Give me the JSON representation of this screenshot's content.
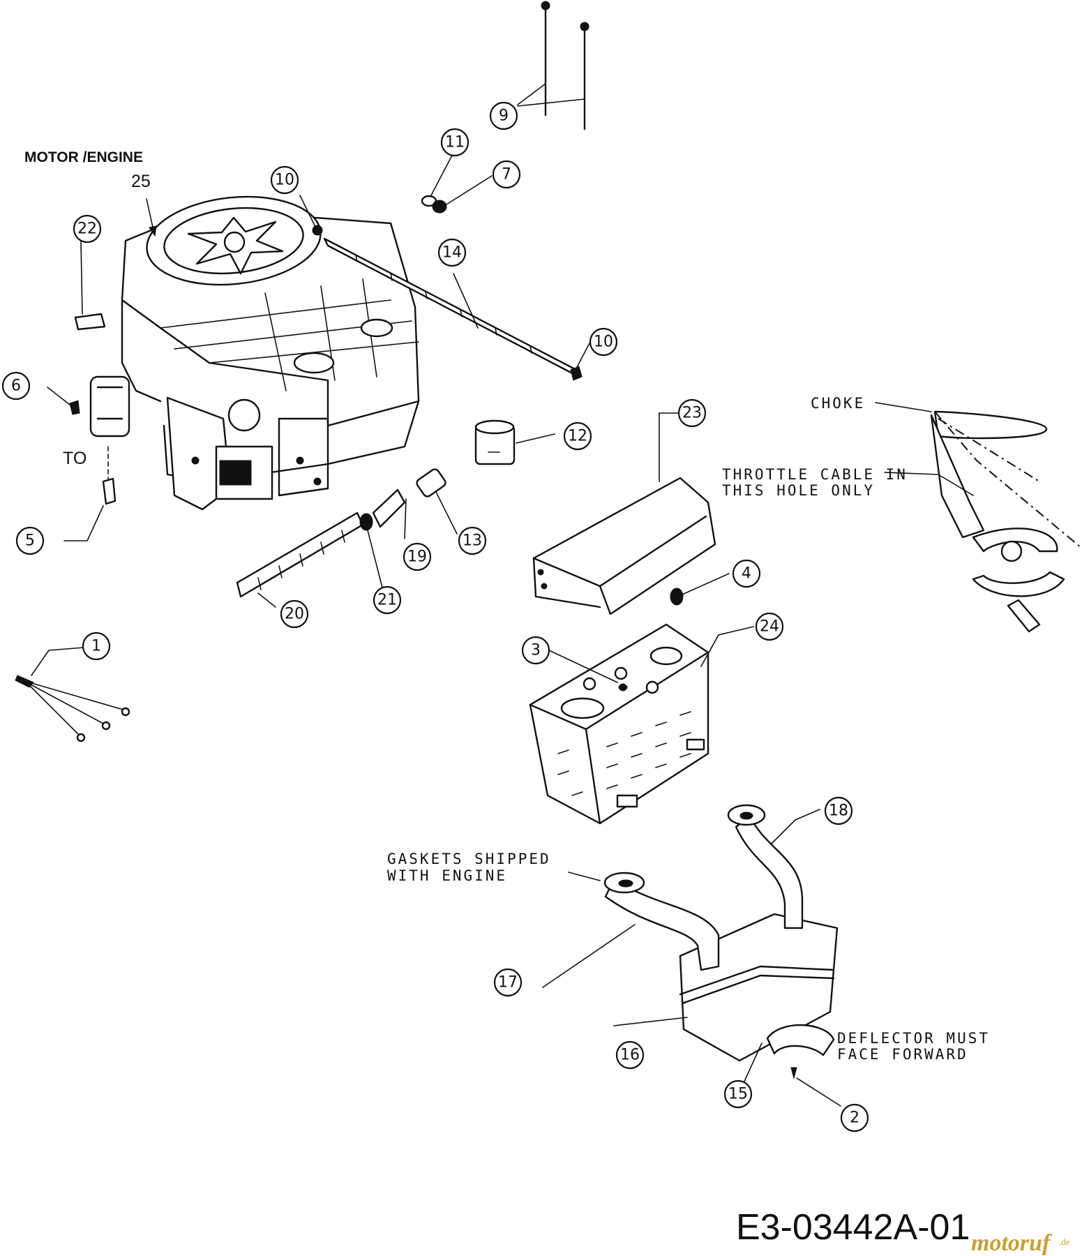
{
  "title": {
    "motor_engine": "MOTOR /ENGINE",
    "engine_number": "25"
  },
  "notes": {
    "to": "TO",
    "choke": "CHOKE",
    "throttle_line1": "THROTTLE CABLE IN",
    "throttle_line2": "THIS HOLE ONLY",
    "gaskets_line1": "GASKETS SHIPPED",
    "gaskets_line2": "WITH ENGINE",
    "deflector_line1": "DEFLECTOR MUST",
    "deflector_line2": "FACE FORWARD"
  },
  "callouts": [
    "1",
    "2",
    "3",
    "4",
    "5",
    "6",
    "7",
    "9",
    "10",
    "10",
    "11",
    "12",
    "13",
    "14",
    "15",
    "16",
    "17",
    "18",
    "19",
    "20",
    "21",
    "22",
    "23",
    "24"
  ],
  "drawing_code": "E3-03442A-01",
  "watermark": {
    "brand": "motoruf",
    "tld": ".de",
    "color": "#c9a032"
  }
}
